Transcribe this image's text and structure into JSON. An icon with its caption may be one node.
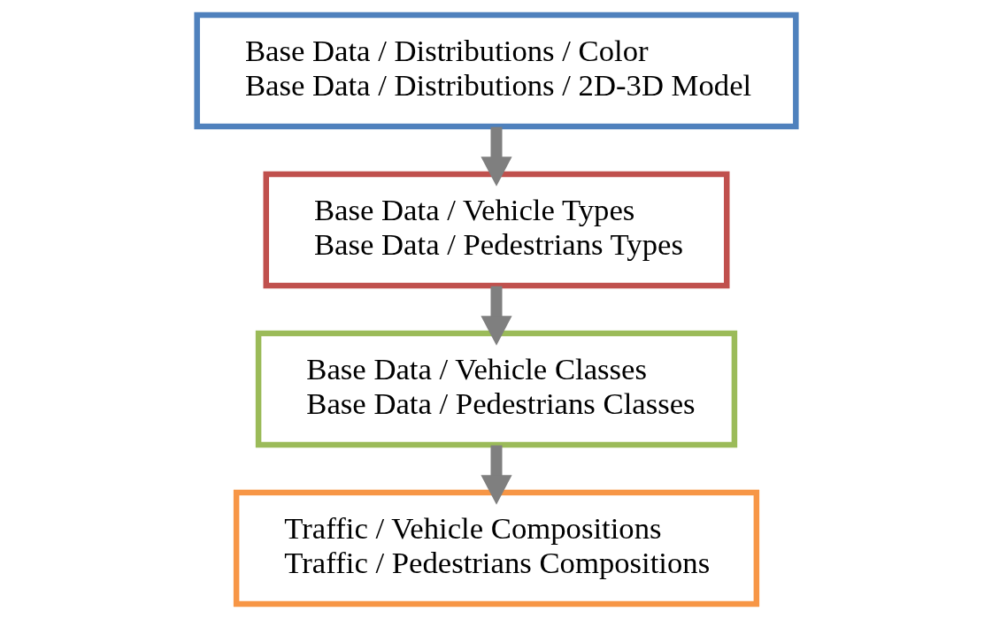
{
  "diagram": {
    "nodes": [
      {
        "text": [
          "Base Data / Distributions / Color",
          "Base Data / Distributions / 2D-3D Model"
        ]
      },
      {
        "text": [
          "Base Data / Vehicle Types",
          "Base Data / Pedestrians Types"
        ]
      },
      {
        "text": [
          "Base Data / Vehicle Classes",
          "Base Data / Pedestrians Classes"
        ]
      },
      {
        "text": [
          "Traffic / Vehicle Compositions",
          "Traffic / Pedestrians Compositions"
        ]
      }
    ],
    "edges": [
      {
        "from": 0,
        "to": 1,
        "arrow": "to"
      },
      {
        "from": 1,
        "to": 2,
        "arrow": "to"
      },
      {
        "from": 2,
        "to": 3,
        "arrow": "to"
      }
    ]
  }
}
